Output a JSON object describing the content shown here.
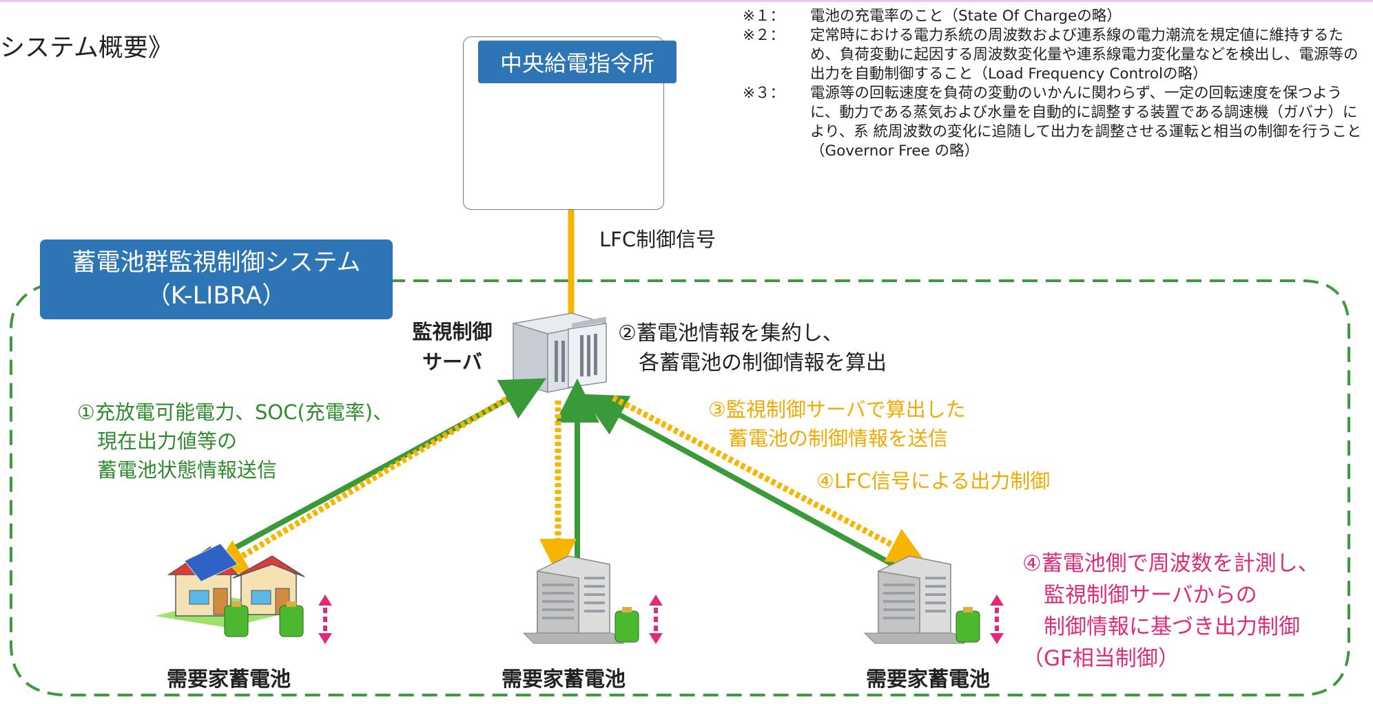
{
  "page_title": "システム概要》",
  "notes": [
    {
      "mark": "※１：",
      "text": "電池の充電率のこと（State Of Chargeの略）"
    },
    {
      "mark": "※２：",
      "text": "定常時における電力系統の周波数および連系線の電力潮流を規定値に維持するため、負荷変動に起因する周波数変化量や連系線電力変化量などを検出し、電源等の出力を自動制御すること（Load Frequency Controlの略）"
    },
    {
      "mark": "※３：",
      "text": "電源等の回転速度を負荷の変動のいかんに関わらず、一定の回転速度を保つように、動力である蒸気および水量を自動的に調整する装置である調速機（ガバナ）により、系 統周波数の変化に追随して出力を調整させる運転と相当の制御を行うこと（Governor Free の略）"
    }
  ],
  "central_dispatch": {
    "title": "中央給電指令所"
  },
  "system": {
    "line1": "蓄電池群監視制御システム",
    "line2": "（K-LIBRA）"
  },
  "lfc_signal": "LFC制御信号",
  "server": {
    "line1": "監視制御",
    "line2": "サーバ"
  },
  "steps": {
    "s2": {
      "line1": "②蓄電池情報を集約し、",
      "line2": "　各蓄電池の制御情報を算出"
    },
    "s1": {
      "line1": "①充放電可能電力、SOC(充電率)、",
      "line2": "　現在出力値等の",
      "line3": "　蓄電池状態情報送信"
    },
    "s3": {
      "line1": "③監視制御サーバで算出した",
      "line2": "　蓄電池の制御情報を送信"
    },
    "s4a": "④LFC信号による出力制御",
    "s4b": {
      "line1": "④蓄電池側で周波数を計測し、",
      "line2": "　監視制御サーバからの",
      "line3": "　制御情報に基づき出力制御",
      "line4": "（GF相当制御）"
    }
  },
  "consumers": [
    "需要家蓄電池",
    "需要家蓄電池",
    "需要家蓄電池"
  ],
  "colors": {
    "blue": "#2e75b6",
    "green": "#3a9a3a",
    "orange": "#f7b500",
    "pink": "#e02b7a",
    "dashed_border": "#3e9a3e"
  }
}
